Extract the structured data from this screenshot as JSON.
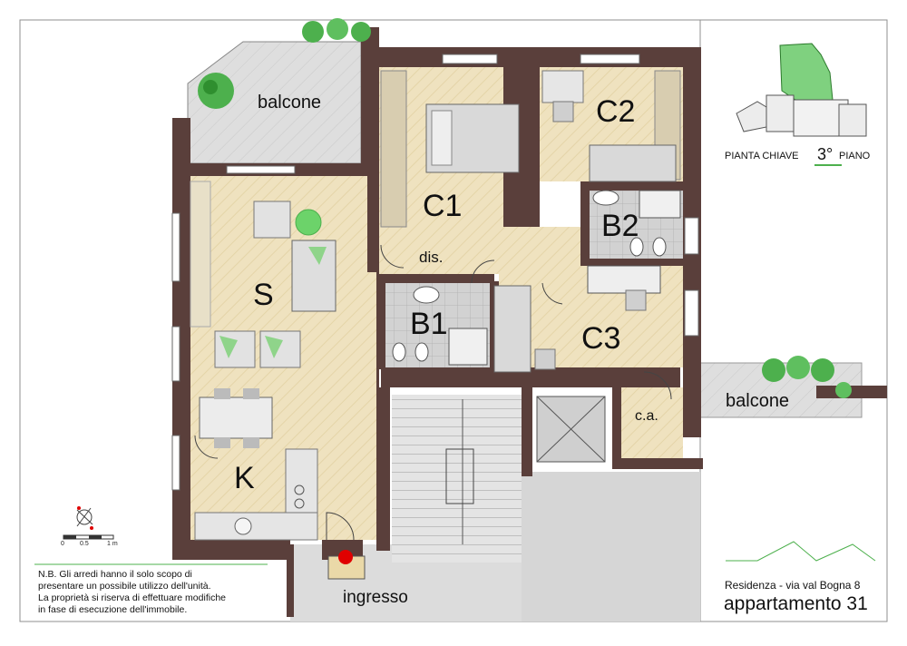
{
  "rooms": {
    "balcone_top": "balcone",
    "c1": "C1",
    "c2": "C2",
    "b2": "B2",
    "dis": "dis.",
    "s": "S",
    "b1": "B1",
    "c3": "C3",
    "ca": "c.a.",
    "balcone_right": "balcone",
    "k": "K",
    "ingresso": "ingresso"
  },
  "key_plan": {
    "label_left": "PIANTA CHIAVE",
    "floor": "3°",
    "label_right": "PIANO"
  },
  "scale": {
    "ticks": [
      "0",
      "0.5",
      "1 m"
    ]
  },
  "note_lines": [
    "N.B. Gli arredi hanno il solo scopo di",
    "presentare un possibile utilizzo dell'unità.",
    "La proprietà si riserva di effettuare modifiche",
    "in fase di esecuzione dell'immobile."
  ],
  "title_block": {
    "address": "Residenza - via val Bogna 8",
    "unit": "appartamento 31"
  },
  "colors": {
    "wall": "#5a3f3b",
    "floor": "#efe2bf",
    "tile": "#cfcfcf",
    "balcony": "#dcdcdc",
    "stair": "#e2e2e2",
    "entrance_dot": "#e00000",
    "accent_green": "#4db04d"
  }
}
